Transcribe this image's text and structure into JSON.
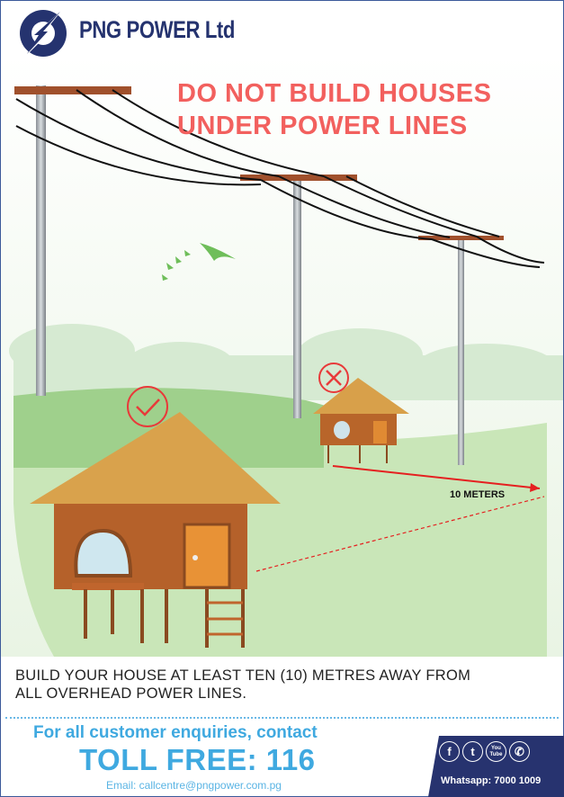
{
  "brand": {
    "name": "PNG POWER Ltd"
  },
  "headline": {
    "line1": "DO NOT BUILD HOUSES",
    "line2": "UNDER POWER LINES"
  },
  "scene": {
    "distance_label": "10 METERS"
  },
  "message": {
    "line1": "BUILD YOUR HOUSE AT LEAST TEN (10) METRES AWAY FROM",
    "line2": "ALL OVERHEAD POWER LINES."
  },
  "contact": {
    "enquiries": "For all customer enquiries, contact",
    "toll_free": "TOLL FREE: 116",
    "email": "Email: callcentre@pngpower.com.pg",
    "whatsapp": "Whatsapp: 7000 1009",
    "social_icons": {
      "facebook": "f",
      "twitter": "t",
      "youtube": "You Tube",
      "whatsapp": "✆"
    }
  },
  "colors": {
    "brand": "#25336f",
    "headline": "#f2605e",
    "accent": "#3fa9e0"
  }
}
